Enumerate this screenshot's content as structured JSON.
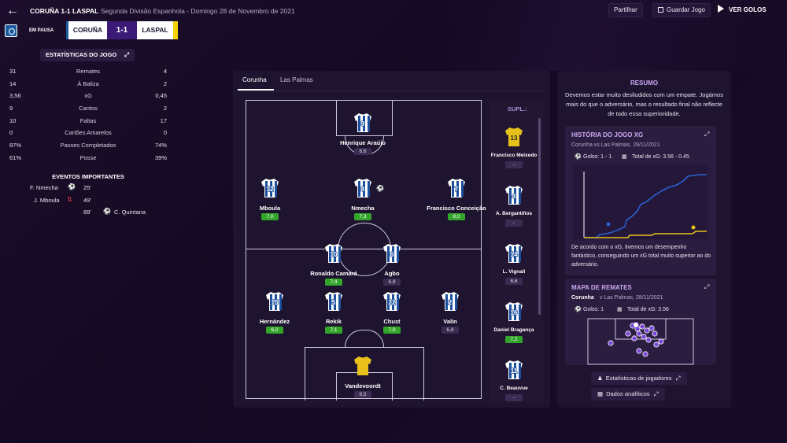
{
  "header": {
    "match_title": "CORUÑA 1-1 LASPAL",
    "subtitle": "Segunda Divisão Espanhola - Domingo 28 de Novembro de 2021",
    "share_label": "Partilhar",
    "save_label": "Guardar Jogo",
    "goals_label": "VER GOLOS"
  },
  "scorebar": {
    "status": "EM PAUSA",
    "home": "CORUÑA",
    "score": "1-1",
    "away": "LASPAL"
  },
  "stats": {
    "title": "ESTATÍSTICAS DO JOGO",
    "rows": [
      {
        "home": "31",
        "label": "Remates",
        "away": "4"
      },
      {
        "home": "14",
        "label": "À Baliza",
        "away": "2"
      },
      {
        "home": "3,56",
        "label": "xG",
        "away": "0,45"
      },
      {
        "home": "9",
        "label": "Cantos",
        "away": "2"
      },
      {
        "home": "10",
        "label": "Faltas",
        "away": "17"
      },
      {
        "home": "0",
        "label": "Cartões Amarelos",
        "away": "0"
      },
      {
        "home": "87%",
        "label": "Passes Completados",
        "away": "74%"
      },
      {
        "home": "61%",
        "label": "Posse",
        "away": "39%"
      }
    ]
  },
  "events": {
    "title": "EVENTOS IMPORTANTES",
    "items": [
      {
        "player": "F. Nmecha",
        "minute": "25'",
        "side": "home",
        "type": "goal"
      },
      {
        "player": "J. Mboula",
        "minute": "49'",
        "side": "home",
        "type": "sub"
      },
      {
        "player": "C. Quintana",
        "minute": "89'",
        "side": "away",
        "type": "goal"
      }
    ]
  },
  "pitch": {
    "tabs": [
      "Corunha",
      "Las Palmas"
    ],
    "players": [
      {
        "num": "9",
        "name": "Henrique Araújo",
        "rating": "6,6",
        "good": false
      },
      {
        "num": "12",
        "name": "Mboula",
        "rating": "7,0",
        "good": true
      },
      {
        "num": "8",
        "name": "Nmecha",
        "rating": "7,3",
        "good": true
      },
      {
        "num": "7",
        "name": "Francisco Conceição",
        "rating": "8,0",
        "good": true
      },
      {
        "num": "10",
        "name": "Ronaldo Camará",
        "rating": "7,4",
        "good": true
      },
      {
        "num": "6",
        "name": "Agbo",
        "rating": "6,9",
        "good": false
      },
      {
        "num": "15",
        "name": "Hernández",
        "rating": "6,2",
        "good": true
      },
      {
        "num": "5",
        "name": "Rekik",
        "rating": "7,1",
        "good": true
      },
      {
        "num": "22",
        "name": "Chust",
        "rating": "7,0",
        "good": true
      },
      {
        "num": "2",
        "name": "Valin",
        "rating": "6,8",
        "good": false
      },
      {
        "num": "",
        "name": "Vandevoordt",
        "rating": "6,5",
        "good": false
      }
    ],
    "colors": {
      "shirt_stripe": "#1b4f9c",
      "keeper": "#e8c21a",
      "rating_good": "#33a52a"
    }
  },
  "subs": {
    "title": "SUPL.:",
    "players": [
      {
        "num": "13",
        "name": "Francisco Meixedo",
        "rating": "-"
      },
      {
        "num": "4",
        "name": "A. Bergantiños",
        "rating": "-"
      },
      {
        "num": "14",
        "name": "L. Vignali",
        "rating": "6,6"
      },
      {
        "num": "16",
        "name": "Daniel Bragança",
        "rating": "7,2"
      },
      {
        "num": "11",
        "name": "C. Beauvue",
        "rating": "-"
      }
    ]
  },
  "summary": {
    "title": "RESUMO",
    "text": "Devemos estar muito desiludidos com um empate. Jogámos mais do que o adversário, mas o resultado final não reflecte de todo essa superioridade.",
    "xg": {
      "title": "HISTÓRIA DO JOGO XG",
      "sub": "Corunha vs Las Palmas, 28/11/2021",
      "goals": "Golos: 1 - 1",
      "total": "Total de xG: 3.56 - 0.45",
      "text": "De acordo com o xG, tivemos um desempenho fantástico, conseguindo um xG total muito superior ao do adversário."
    },
    "shots": {
      "title": "MAPA DE REMATES",
      "team": "Corunha",
      "sub": "v Las Palmas, 28/11/2021",
      "goals": "Golos: 1",
      "total": "Total de xG: 3.56"
    },
    "player_stats_label": "Estatísticas de jogadores",
    "analytics_label": "Dados analíticos"
  }
}
